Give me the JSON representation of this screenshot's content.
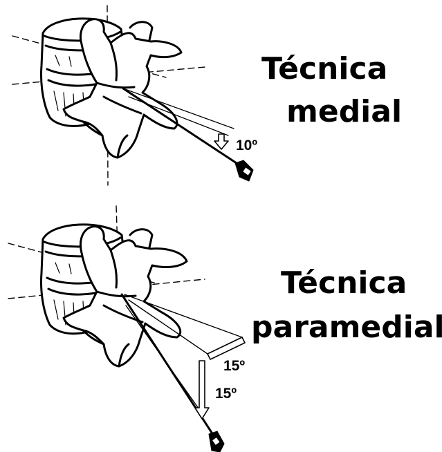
{
  "panels": [
    {
      "title_line1": "Técnica",
      "title_line2": "medial",
      "angles": [
        "10º"
      ]
    },
    {
      "title_line1": "Técnica",
      "title_line2": "paramedial",
      "angles": [
        "15º",
        "15º"
      ]
    }
  ],
  "colors": {
    "ink": "#000000",
    "background": "#ffffff"
  }
}
